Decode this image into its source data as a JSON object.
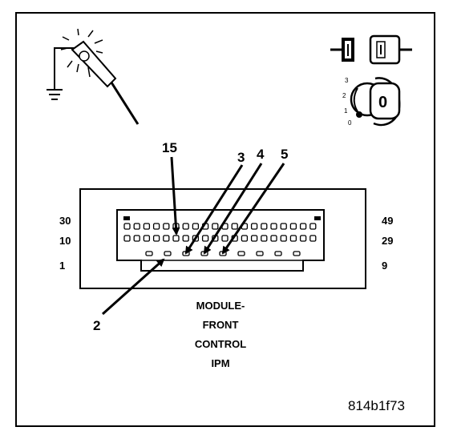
{
  "module_caption": [
    "MODULE-",
    "FRONT",
    "CONTROL",
    "IPM"
  ],
  "document_id": "814b1f73",
  "connector": {
    "left_row_labels": [
      "30",
      "10",
      "1"
    ],
    "right_row_labels": [
      "49",
      "29",
      "9"
    ]
  },
  "callouts": [
    "15",
    "3",
    "4",
    "5",
    "2"
  ],
  "ignition_switch": {
    "position_labels": [
      "3",
      "2",
      "1",
      "0"
    ],
    "key_label": "0"
  },
  "icons": {
    "test_light": "test-light-ground-icon",
    "connector_disconnect": "connector-disconnect-icon",
    "ignition": "ignition-switch-icon"
  }
}
